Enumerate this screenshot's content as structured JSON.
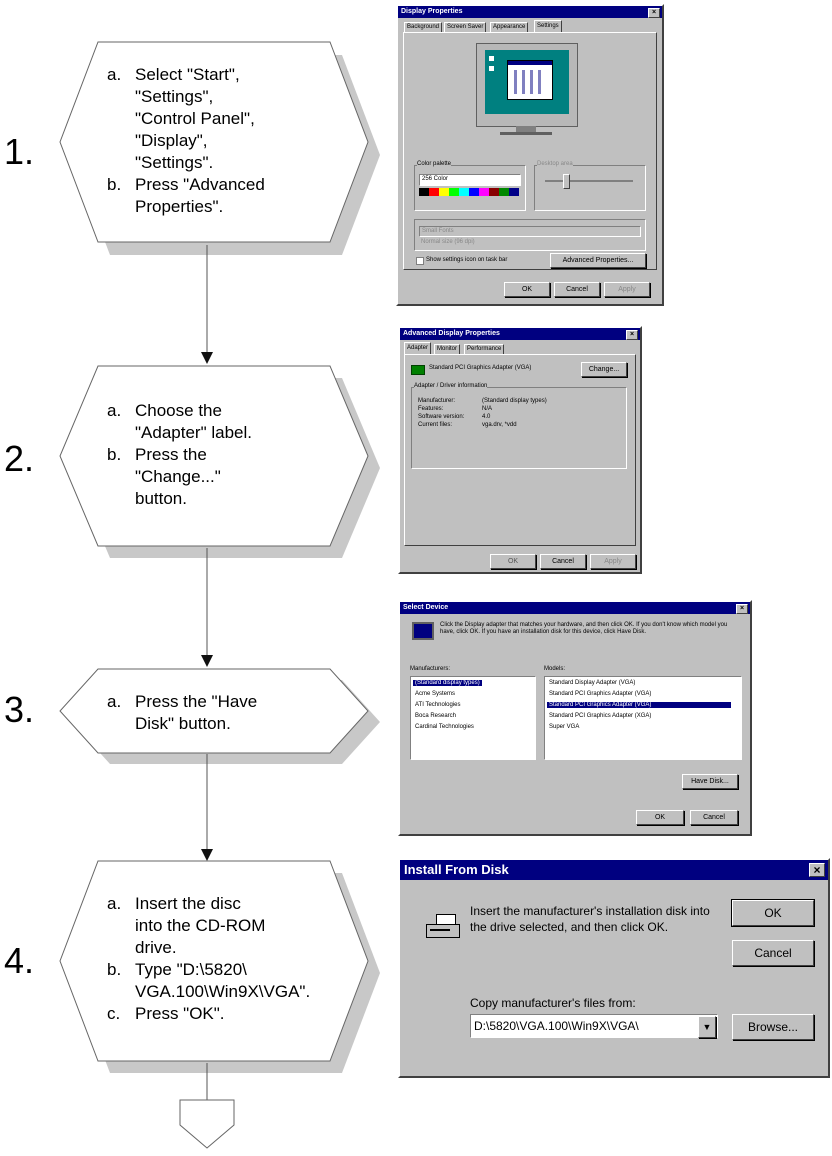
{
  "steps": [
    {
      "number": "1.",
      "lines": [
        {
          "label": "a.",
          "text": "Select \"Start\","
        },
        {
          "label": "",
          "text": "\"Settings\","
        },
        {
          "label": "",
          "text": "\"Control Panel\","
        },
        {
          "label": "",
          "text": "\"Display\","
        },
        {
          "label": "",
          "text": "\"Settings\"."
        },
        {
          "label": "b.",
          "text": "Press \"Advanced"
        },
        {
          "label": "",
          "text": "Properties\"."
        }
      ]
    },
    {
      "number": "2.",
      "lines": [
        {
          "label": "a.",
          "text": "Choose the"
        },
        {
          "label": "",
          "text": "\"Adapter\" label."
        },
        {
          "label": "b.",
          "text": "Press the"
        },
        {
          "label": "",
          "text": "\"Change...\""
        },
        {
          "label": "",
          "text": "button."
        }
      ]
    },
    {
      "number": "3.",
      "lines": [
        {
          "label": "a.",
          "text": "Press the \"Have"
        },
        {
          "label": "",
          "text": "Disk\" button."
        }
      ]
    },
    {
      "number": "4.",
      "lines": [
        {
          "label": "a.",
          "text": "Insert the disc"
        },
        {
          "label": "",
          "text": "into the CD-ROM"
        },
        {
          "label": "",
          "text": "drive."
        },
        {
          "label": "b.",
          "text": "Type \"D:\\5820\\"
        },
        {
          "label": "",
          "text": "VGA.100\\Win9X\\VGA\"."
        },
        {
          "label": "c.",
          "text": "Press \"OK\"."
        }
      ]
    }
  ],
  "dialogs": {
    "display_properties": {
      "title": "Display Properties",
      "tabs": [
        "Background",
        "Screen Saver",
        "Appearance",
        "Settings"
      ],
      "color_palette_label": "Color palette",
      "color_value": "256 Color",
      "desktop_area_label": "Desktop area",
      "font_size_value": "Small Fonts",
      "font_size_note": "Normal size (96 dpi)",
      "show_settings_label": "Show settings icon on task bar",
      "advanced_button": "Advanced Properties...",
      "ok": "OK",
      "cancel": "Cancel",
      "apply": "Apply"
    },
    "advanced_display": {
      "title": "Advanced Display Properties",
      "tabs": [
        "Adapter",
        "Monitor",
        "Performance"
      ],
      "adapter_name": "Standard PCI Graphics Adapter (VGA)",
      "change_button": "Change...",
      "info_label": "Adapter / Driver information",
      "info_rows": [
        {
          "k": "Manufacturer:",
          "v": "(Standard display types)"
        },
        {
          "k": "Features:",
          "v": "N/A"
        },
        {
          "k": "Software version:",
          "v": "4.0"
        },
        {
          "k": "Current files:",
          "v": "vga.drv, *vdd"
        }
      ],
      "ok": "OK",
      "cancel": "Cancel",
      "apply": "Apply"
    },
    "select_device": {
      "title": "Select Device",
      "instructions": "Click the Display adapter that matches your hardware, and then click OK. If you don't know which model you have, click OK. If you have an installation disk for this device, click Have Disk.",
      "manufacturers_label": "Manufacturers:",
      "manufacturers": [
        "(Standard display types)",
        "Acme Systems",
        "ATI Technologies",
        "Boca Research",
        "Cardinal Technologies"
      ],
      "models_label": "Models:",
      "models": [
        "Standard Display Adapter (VGA)",
        "Standard PCI Graphics Adapter (VGA)",
        "Standard PCI Graphics Adapter (VGA)",
        "Standard PCI Graphics Adapter (XGA)",
        "Super VGA"
      ],
      "have_disk": "Have Disk...",
      "ok": "OK",
      "cancel": "Cancel"
    },
    "install_from_disk": {
      "title": "Install From Disk",
      "message_line1": "Insert the manufacturer's installation disk into",
      "message_line2": "the drive selected, and then click OK.",
      "ok": "OK",
      "cancel": "Cancel",
      "copy_label": "Copy manufacturer's files from:",
      "path_value": "D:\\5820\\VGA.100\\Win9X\\VGA\\",
      "browse": "Browse..."
    }
  }
}
